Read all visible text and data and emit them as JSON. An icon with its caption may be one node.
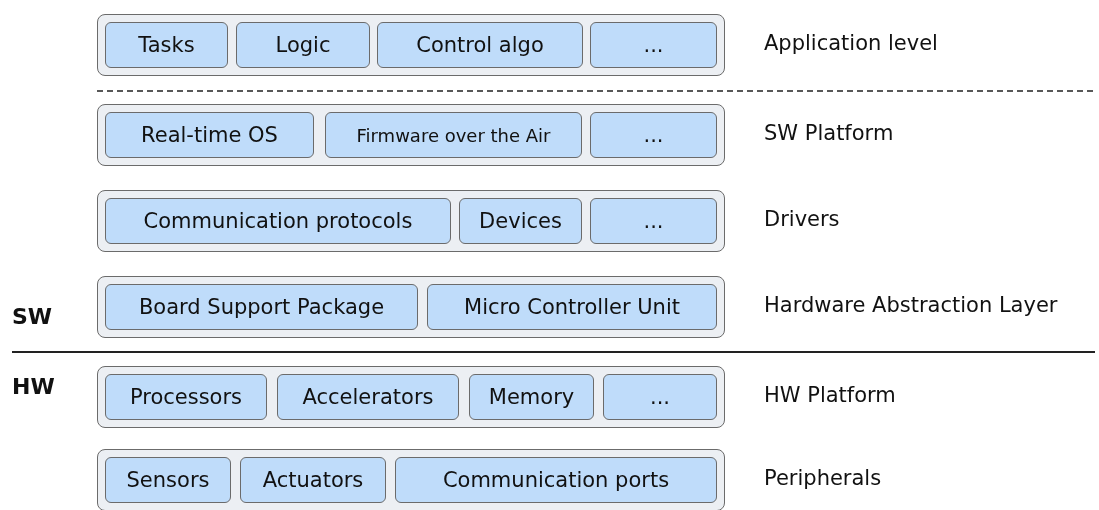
{
  "diagram": {
    "nodes": [
      {
        "text": [
          "Application level"
        ]
      },
      {
        "text": [
          "Tasks"
        ],
        "in": 0
      },
      {
        "text": [
          "Logic"
        ],
        "in": 0
      },
      {
        "text": [
          "Control algo"
        ],
        "in": 0
      },
      {
        "text": [
          "..."
        ],
        "in": 0
      },
      {
        "text": [
          "SW Platform"
        ]
      },
      {
        "text": [
          "Real-time OS"
        ],
        "in": 5
      },
      {
        "text": [
          "Firmware over the Air"
        ],
        "in": 5
      },
      {
        "text": [
          "..."
        ],
        "in": 5
      },
      {
        "text": [
          "Drivers"
        ]
      },
      {
        "text": [
          "Communication protocols"
        ],
        "in": 9
      },
      {
        "text": [
          "Devices"
        ],
        "in": 9
      },
      {
        "text": [
          "..."
        ],
        "in": 9
      },
      {
        "text": [
          "Hardware Abstraction Layer"
        ]
      },
      {
        "text": [
          "Board Support Package"
        ],
        "in": 13
      },
      {
        "text": [
          "Micro Controller Unit"
        ],
        "in": 13
      },
      {
        "text": [
          "HW Platform"
        ]
      },
      {
        "text": [
          "Processors"
        ],
        "in": 16
      },
      {
        "text": [
          "Accelerators"
        ],
        "in": 16
      },
      {
        "text": [
          "Memory"
        ],
        "in": 16
      },
      {
        "text": [
          "..."
        ],
        "in": 16
      },
      {
        "text": [
          "Peripherals"
        ]
      },
      {
        "text": [
          "Sensors"
        ],
        "in": 21
      },
      {
        "text": [
          "Actuators"
        ],
        "in": 21
      },
      {
        "text": [
          "Communication ports"
        ],
        "in": 21
      }
    ],
    "edges": [],
    "labels": [
      "SW",
      "HW"
    ]
  }
}
